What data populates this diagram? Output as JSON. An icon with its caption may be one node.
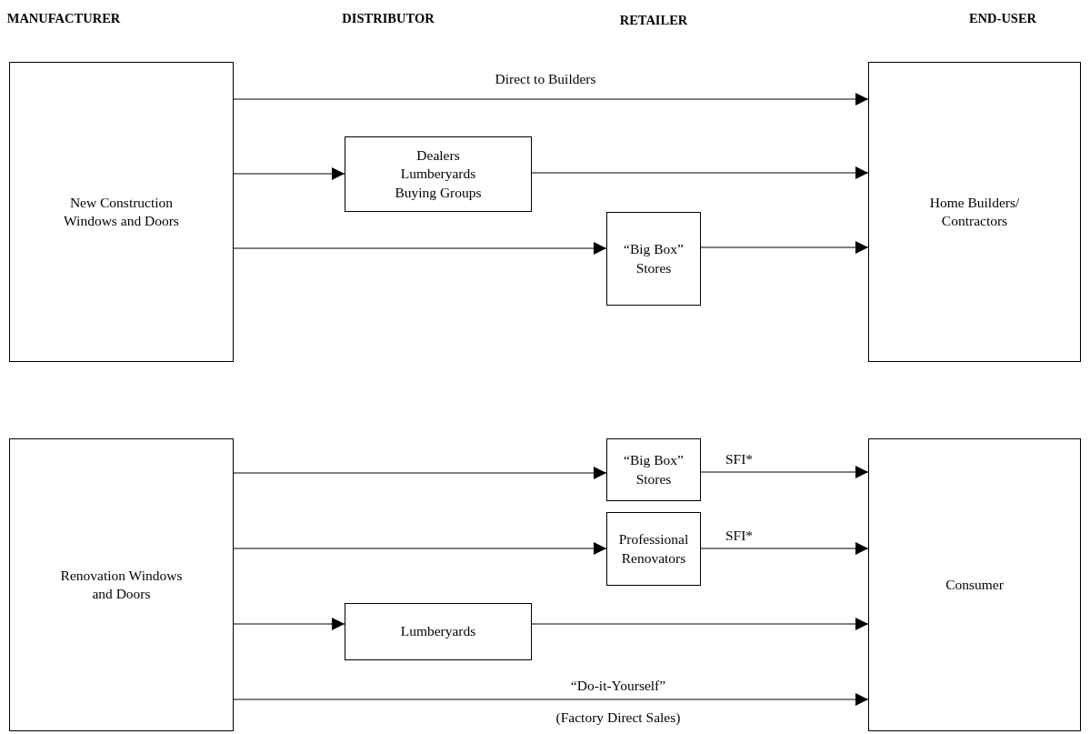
{
  "diagram": {
    "nodes": [
      {
        "text": [
          "New Construction Windows and Doors"
        ]
      },
      {
        "text": [
          "Dealers Lumberyards Buying Groups"
        ]
      },
      {
        "text": [
          "“Big Box” Stores"
        ]
      },
      {
        "text": [
          "Home Builders/ Contractors"
        ]
      },
      {
        "text": [
          "Renovation Windows and Doors"
        ]
      },
      {
        "text": [
          "“Big Box” Stores"
        ]
      },
      {
        "text": [
          "Professional Renovators"
        ]
      },
      {
        "text": [
          "Lumberyards"
        ]
      },
      {
        "text": [
          "Consumer"
        ]
      }
    ],
    "edges": [
      {
        "from": 0,
        "to": 3,
        "arrow": "to",
        "label": "Direct to Builders"
      },
      {
        "from": 0,
        "to": 1,
        "arrow": "to"
      },
      {
        "from": 1,
        "to": 3,
        "arrow": "to"
      },
      {
        "from": 0,
        "to": 2,
        "arrow": "to"
      },
      {
        "from": 2,
        "to": 3,
        "arrow": "to"
      },
      {
        "from": 4,
        "to": 5,
        "arrow": "to"
      },
      {
        "from": 5,
        "to": 8,
        "arrow": "to",
        "label": "SFI*"
      },
      {
        "from": 4,
        "to": 6,
        "arrow": "to"
      },
      {
        "from": 6,
        "to": 8,
        "arrow": "to",
        "label": "SFI*"
      },
      {
        "from": 4,
        "to": 7,
        "arrow": "to"
      },
      {
        "from": 7,
        "to": 8,
        "arrow": "to"
      },
      {
        "from": 4,
        "to": 8,
        "arrow": "to",
        "label": "“Do-it-Yourself”"
      }
    ],
    "labels": [
      "MANUFACTURER",
      "DISTRIBUTOR",
      "RETAILER",
      "END-USER",
      "(Factory Direct Sales)"
    ]
  }
}
